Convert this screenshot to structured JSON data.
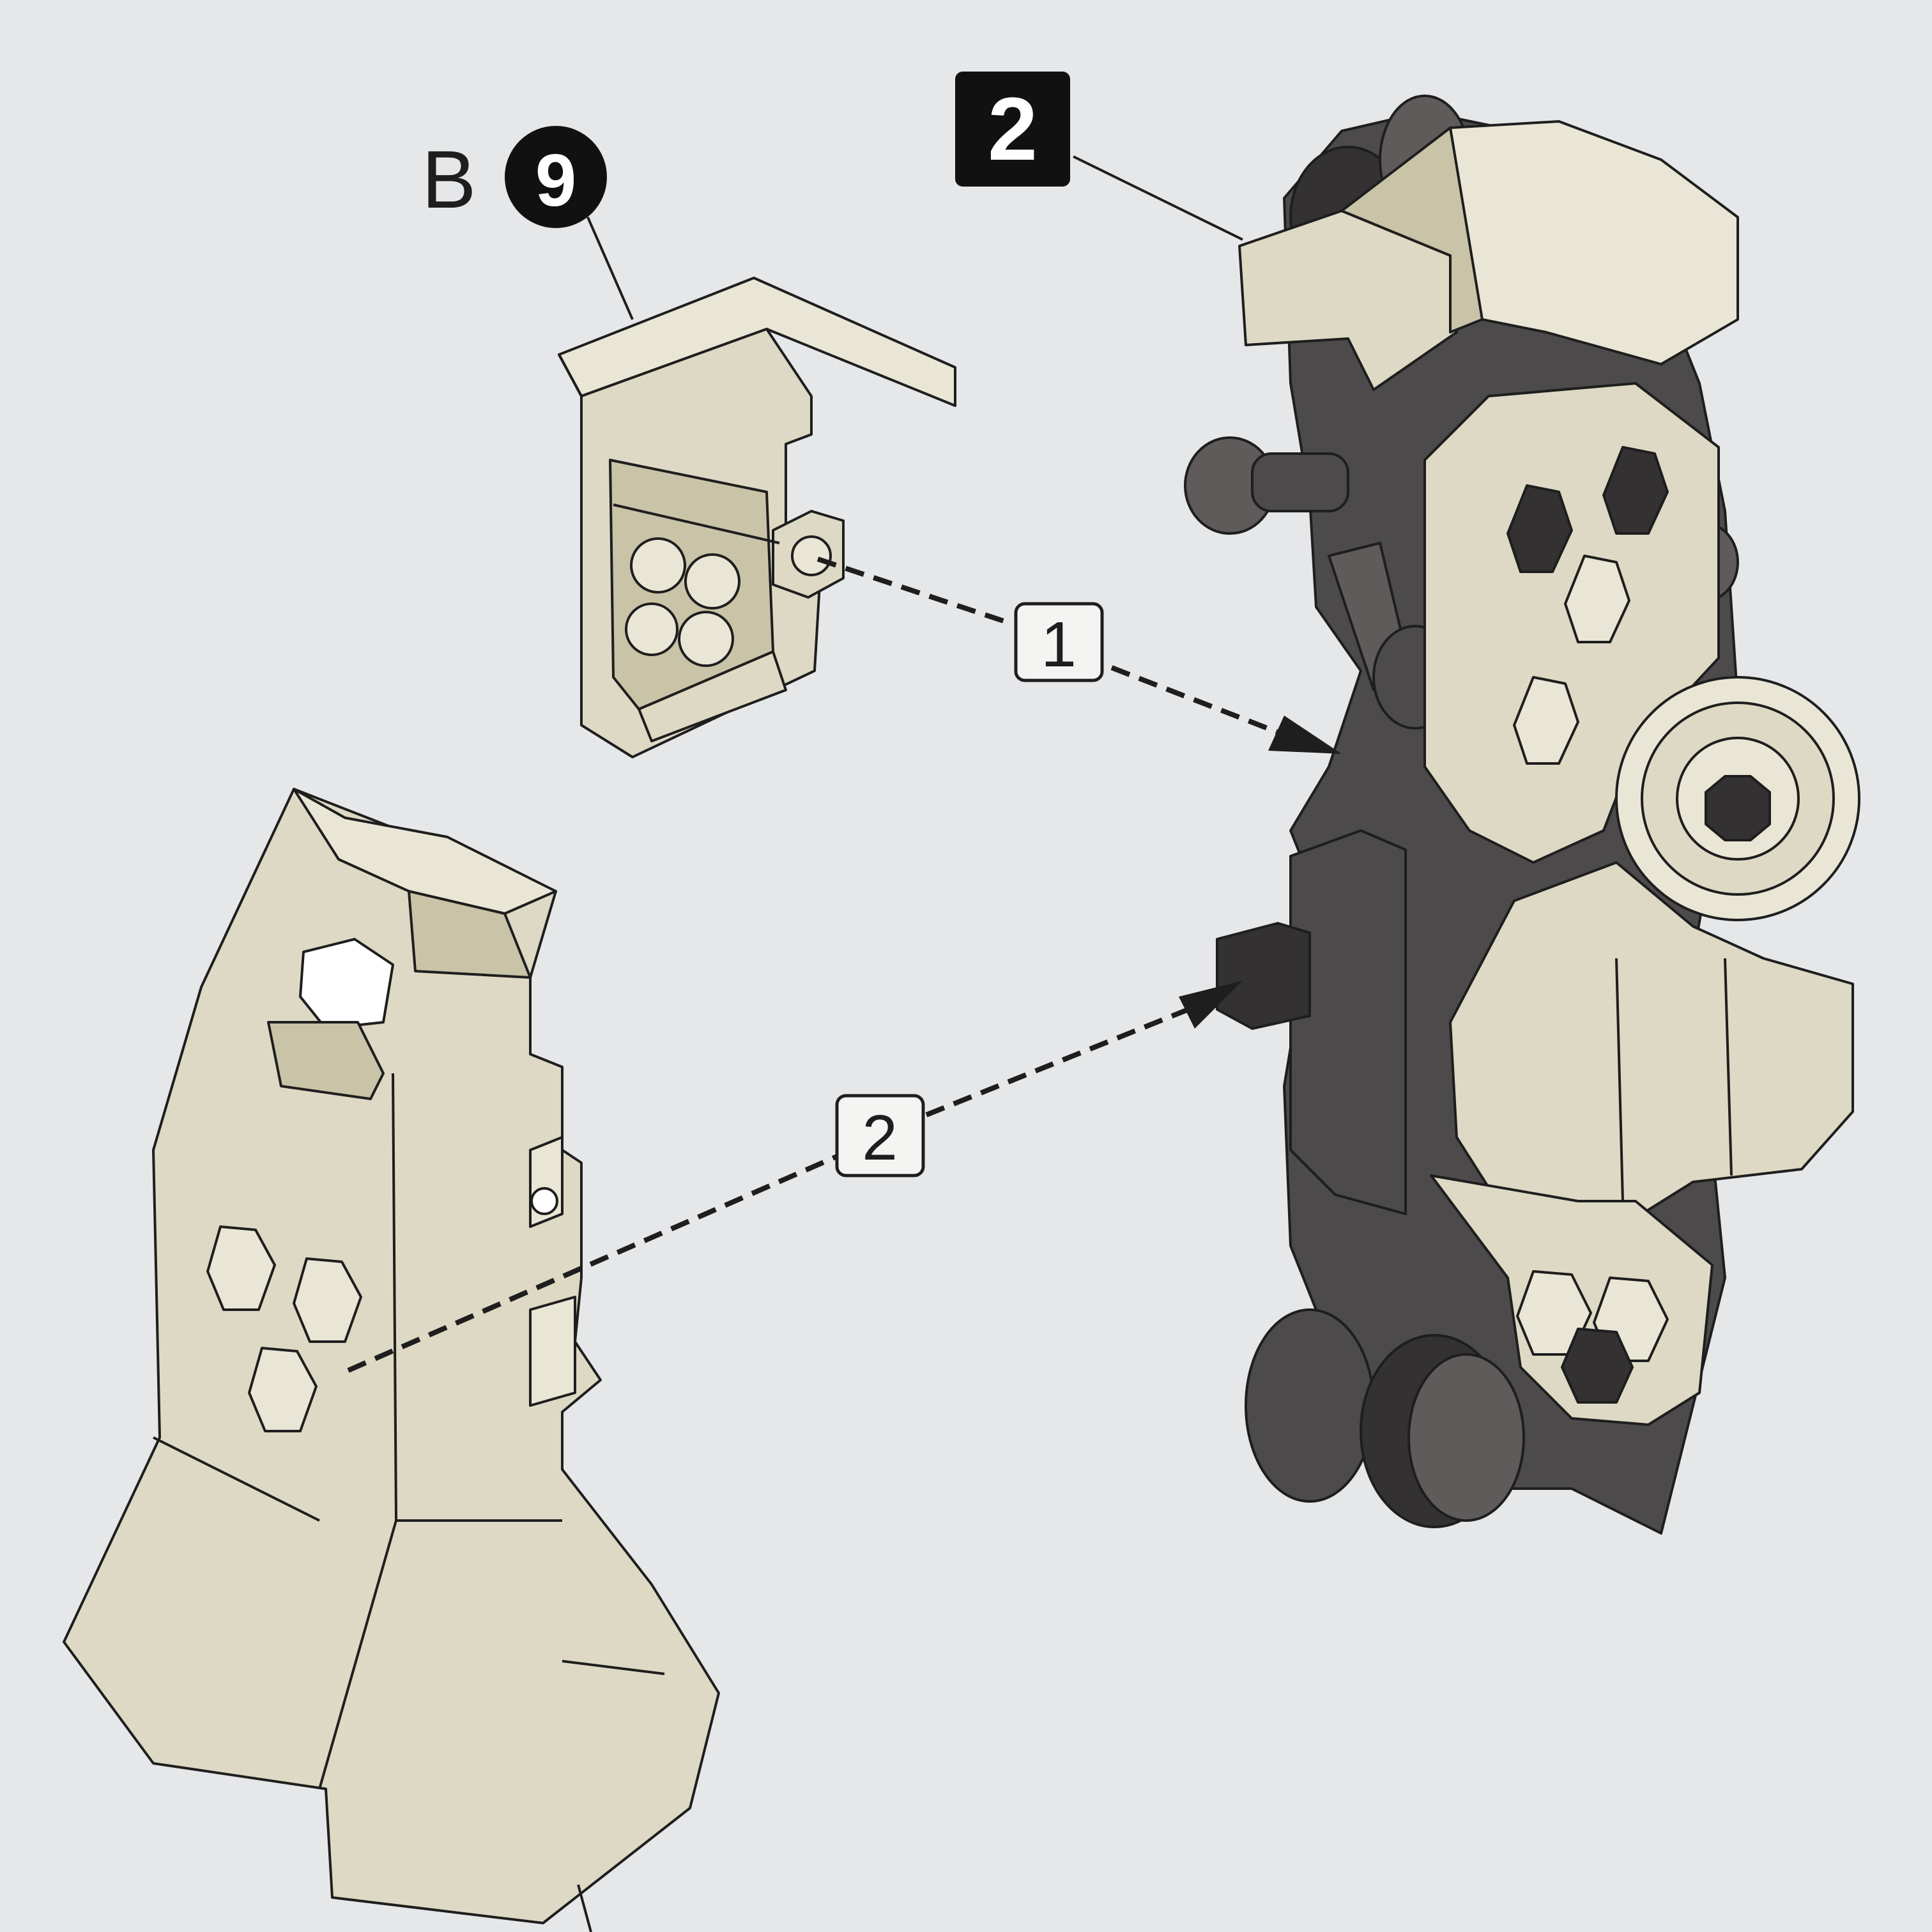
{
  "callouts": {
    "part_letter": "B",
    "part_number": "9",
    "step_badge": "2",
    "sequence_1": "1",
    "sequence_2": "2"
  },
  "colors": {
    "background": "#e6e7e9",
    "part_tan": "#ddd9c4",
    "part_dark_gray": "#4c4a4a",
    "line": "#1e1e1e"
  },
  "icons": {
    "arrow_1": "dashed-arrow-right",
    "arrow_2": "dashed-arrow-up-right"
  }
}
